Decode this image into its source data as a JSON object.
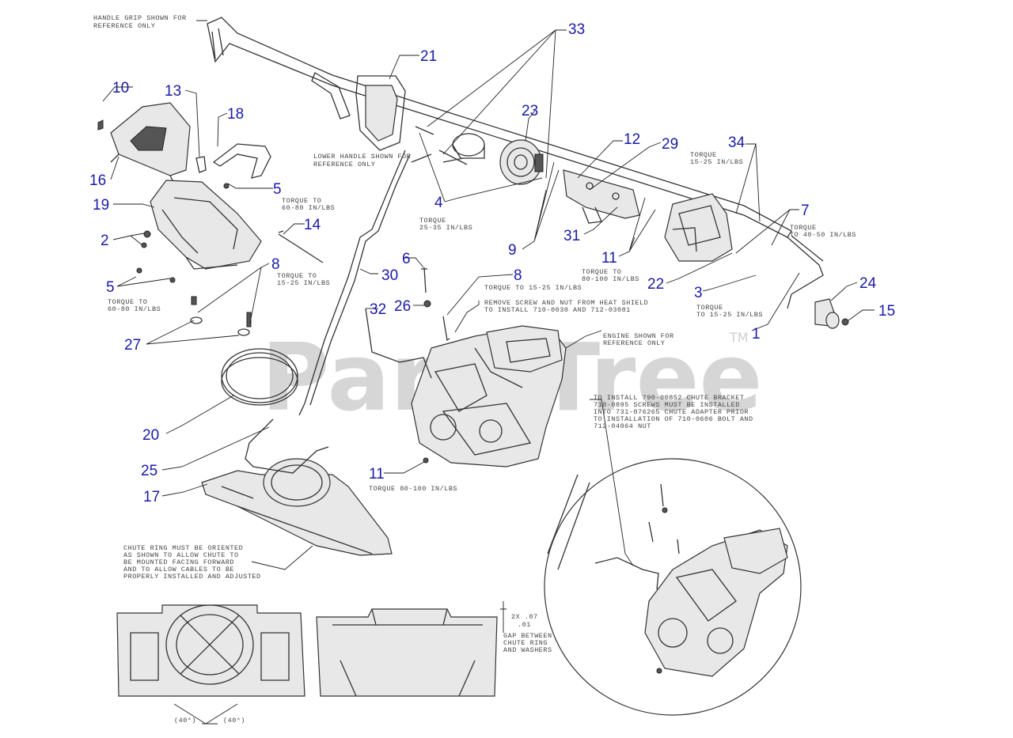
{
  "watermark": {
    "text": "PartsTree",
    "trademark": "TM"
  },
  "callouts": [
    "10",
    "13",
    "18",
    "16",
    "19",
    "5",
    "2",
    "5",
    "14",
    "8",
    "27",
    "20",
    "25",
    "17",
    "21",
    "33",
    "23",
    "4",
    "9",
    "12",
    "29",
    "31",
    "11",
    "34",
    "7",
    "22",
    "3",
    "24",
    "15",
    "1",
    "6",
    "30",
    "26",
    "32",
    "8",
    "11"
  ],
  "notes": {
    "handle_grip": [
      "HANDLE GRIP SHOWN FOR",
      "REFERENCE ONLY"
    ],
    "lower_handle": [
      "LOWER HANDLE SHOWN FOR",
      "REFERENCE ONLY"
    ],
    "torque_60_80": [
      "TORQUE TO",
      "60-80 IN/LBS"
    ],
    "torque_15_25_a": [
      "TORQUE TO",
      "15-25 IN/LBS"
    ],
    "torque_60_80_b": [
      "TORQUE TO",
      "60-80 IN/LBS"
    ],
    "torque_25_35": [
      "TORQUE",
      "25-35 IN/LBS"
    ],
    "torque_15_25_b": [
      "TORQUE",
      "15-25 IN/LBS"
    ],
    "torque_40_50": [
      "TORQUE",
      "TO 40-50 IN/LBS"
    ],
    "torque_80_100_a": [
      "TORQUE TO",
      "80-100 IN/LBS"
    ],
    "torque_15_25_c": [
      "TORQUE TO 15-25 IN/LBS"
    ],
    "remove_screw": [
      "REMOVE SCREW AND NUT FROM HEAT SHIELD",
      "TO INSTALL 710-0030 AND 712-03081"
    ],
    "torque_15_25_d": [
      "TORQUE",
      "TO 15-25 IN/LBS"
    ],
    "engine_shown": [
      "ENGINE SHOWN FOR",
      "REFERENCE ONLY"
    ],
    "install_chute": [
      "TO INSTALL 790-00852 CHUTE BRACKET",
      "710-0895 SCREWS MUST BE INSTALLED",
      "INTO 731-076265 CHUTE ADAPTER PRIOR",
      "TO INSTALLATION OF 710-0606 BOLT AND",
      "712-04064 NUT"
    ],
    "torque_80_100_b": [
      "TORQUE 80-100 IN/LBS"
    ],
    "chute_ring": [
      "CHUTE RING MUST BE ORIENTED",
      "AS SHOWN TO ALLOW CHUTE TO",
      "BE MOUNTED FACING FORWARD",
      "AND TO ALLOW CABLES TO BE",
      "PROPERLY INSTALLED AND ADJUSTED"
    ],
    "gap": [
      "2X .07",
      ".01",
      "GAP BETWEEN",
      "CHUTE RING",
      "AND WASHERS"
    ],
    "angle_left": "(40°)",
    "angle_right": "(40°)"
  }
}
